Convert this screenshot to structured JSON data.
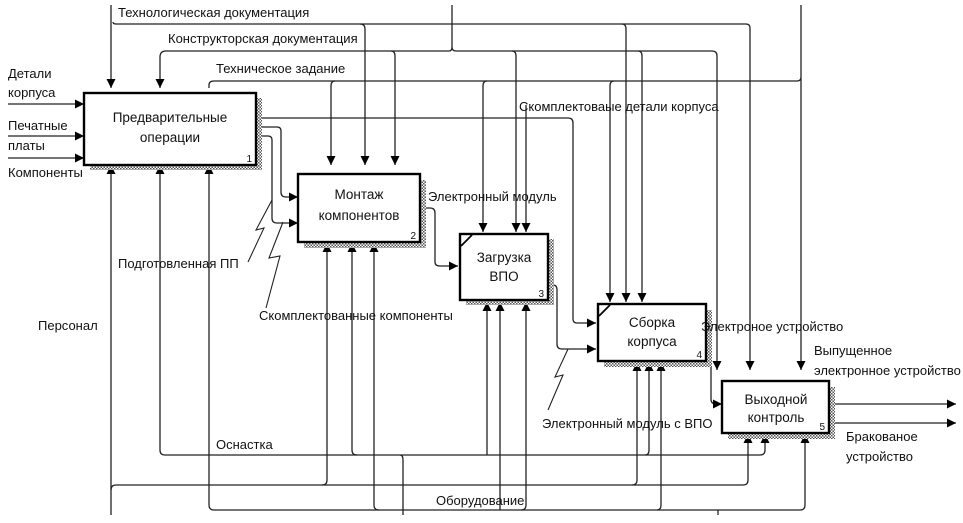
{
  "diagram": {
    "type": "IDEF0",
    "activities": [
      {
        "id": "A1",
        "number": "1",
        "line1": "Предварительные",
        "line2": "операции"
      },
      {
        "id": "A2",
        "number": "2",
        "line1": "Монтаж",
        "line2": "компонентов"
      },
      {
        "id": "A3",
        "number": "3",
        "line1": "Загрузка",
        "line2": "ВПО"
      },
      {
        "id": "A4",
        "number": "4",
        "line1": "Сборка",
        "line2": "корпуса"
      },
      {
        "id": "A5",
        "number": "5",
        "line1": "Выходной",
        "line2": "контроль"
      }
    ],
    "inputs": {
      "details_line1": "Детали",
      "details_line2": "корпуса",
      "pcb_line1": "Печатные",
      "pcb_line2": "платы",
      "components": "Компоненты"
    },
    "controls": {
      "tech_doc": "Технологическая документация",
      "design_doc": "Конструкторская документация",
      "spec": "Техническое задание"
    },
    "flows": {
      "kit_case": "Скомплектоваые детали корпуса",
      "prepared_pcb": "Подготовленная ПП",
      "kit_components": "Скомплектованные компоненты",
      "electronic_module": "Электронный модуль",
      "module_with_fw": "Электронный модуль с ВПО",
      "electronic_device": "Электроное устройство"
    },
    "outputs": {
      "released_line1": "Выпущенное",
      "released_line2": "электронное устройство",
      "rejected_line1": "Бракованое",
      "rejected_line2": "устройство"
    },
    "mechanisms": {
      "personnel": "Персонал",
      "tooling": "Оснастка",
      "equipment": "Оборудование"
    }
  }
}
